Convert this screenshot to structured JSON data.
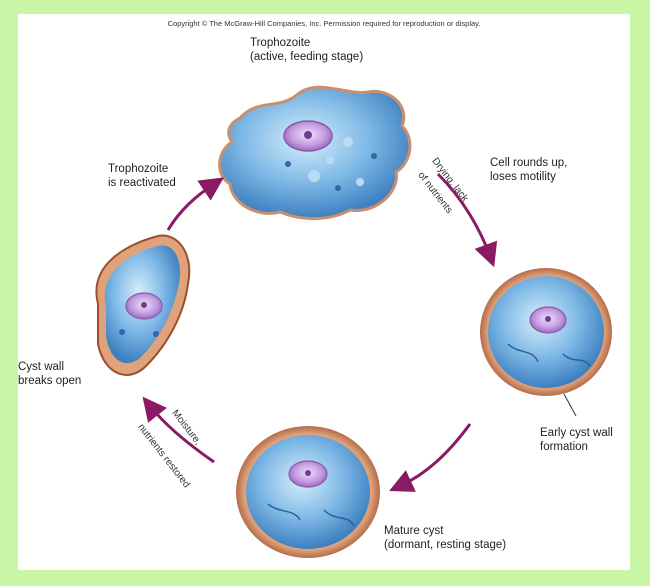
{
  "copyright": "Copyright © The McGraw-Hill Companies, Inc. Permission required for reproduction or display.",
  "stages": {
    "trophozoite": {
      "title": "Trophozoite",
      "subtitle": "(active, feeding stage)"
    },
    "rounding": {
      "line1": "Cell rounds up,",
      "line2": "loses motility"
    },
    "early_cyst": {
      "line1": "Early cyst wall",
      "line2": "formation"
    },
    "mature_cyst": {
      "line1": "Mature cyst",
      "line2": "(dormant, resting stage)"
    },
    "cyst_breaks": {
      "line1": "Cyst wall",
      "line2": "breaks open"
    },
    "reactivated": {
      "line1": "Trophozoite",
      "line2": "is reactivated"
    }
  },
  "arrows": {
    "drying": {
      "line1": "Drying, lack",
      "line2": "of nutrients"
    },
    "moisture": {
      "line1": "Moisture,",
      "line2": "nutrients restored"
    }
  },
  "colors": {
    "background": "#c8f5a6",
    "arrow": "#8a1a63",
    "cell_blue": "#5a9fd4",
    "nucleus": "#b07ad0",
    "cyst_wall": "#b05a3a"
  }
}
